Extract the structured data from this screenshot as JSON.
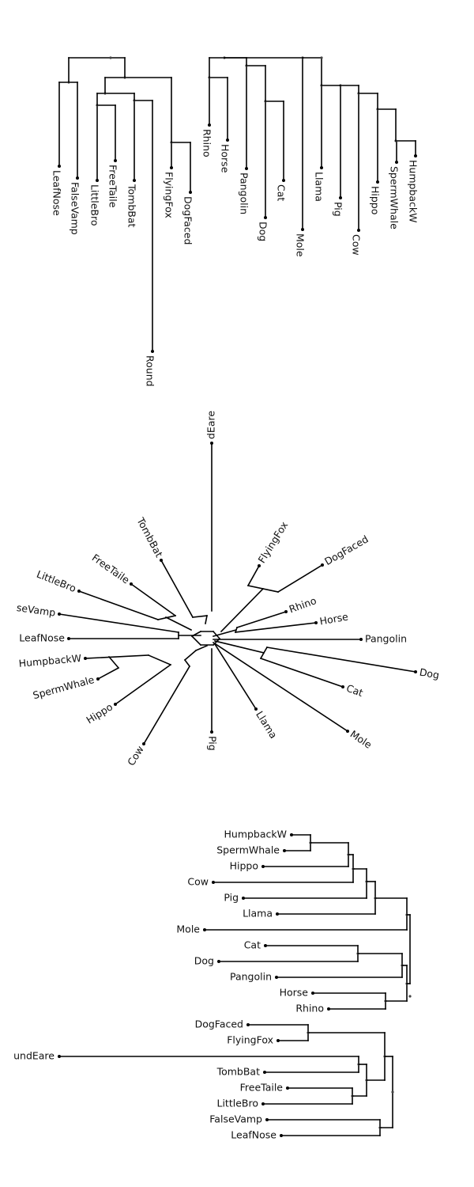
{
  "figure": {
    "panels": [
      {
        "layout": "rectangular-downward"
      },
      {
        "layout": "unrooted-radial"
      },
      {
        "layout": "rectangular-rightward"
      }
    ]
  },
  "taxa": [
    "LeafNose",
    "FalseVamp",
    "LittleBro",
    "FreeTaile",
    "TombBat",
    "RoundEare",
    "FlyingFox",
    "DogFaced",
    "Rhino",
    "Horse",
    "Pangolin",
    "Dog",
    "Cat",
    "Mole",
    "Llama",
    "Pig",
    "Cow",
    "Hippo",
    "SpermWhale",
    "HumpbackW"
  ],
  "panel1_tip_labels": {
    "LeafNose": "LeafNose",
    "FalseVamp": "FalseVamp",
    "LittleBro": "LittleBro",
    "FreeTaile": "FreeTaile",
    "TombBat": "TombBat",
    "RoundEare": "Round",
    "FlyingFox": "FlyingFox",
    "DogFaced": "DogFaced",
    "Rhino": "Rhino",
    "Horse": "Horse",
    "Pangolin": "Pangolin",
    "Dog": "Dog",
    "Cat": "Cat",
    "Mole": "Mole",
    "Llama": "Llama",
    "Pig": "Pig",
    "Cow": "Cow",
    "Hippo": "Hippo",
    "SpermWhale": "SpermWhale",
    "HumpbackW": "HumpbackW"
  },
  "panel2_tip_labels": {
    "LeafNose": "LeafNose",
    "FalseVamp": "seVamp",
    "LittleBro": "LittleBro",
    "FreeTaile": "FreeTaile",
    "TombBat": "TombBat",
    "RoundEare": "dEare",
    "FlyingFox": "FlyingFox",
    "DogFaced": "DogFaced",
    "Rhino": "Rhino",
    "Horse": "Horse",
    "Pangolin": "Pangolin",
    "Dog": "Dog",
    "Cat": "Cat",
    "Mole": "Mole",
    "Llama": "Llama",
    "Pig": "Pig",
    "Cow": "Cow",
    "Hippo": "Hippo",
    "SpermWhale": "SpermWhale",
    "HumpbackW": "HumpbackW"
  },
  "panel3_tip_labels": {
    "LeafNose": "LeafNose",
    "FalseVamp": "FalseVamp",
    "LittleBro": "LittleBro",
    "FreeTaile": "FreeTaile",
    "TombBat": "TombBat",
    "RoundEare": "undEare",
    "FlyingFox": "FlyingFox",
    "DogFaced": "DogFaced",
    "Rhino": "Rhino",
    "Horse": "Horse",
    "Pangolin": "Pangolin",
    "Dog": "Dog",
    "Cat": "Cat",
    "Mole": "Mole",
    "Llama": "Llama",
    "Pig": "Pig",
    "Cow": "Cow",
    "Hippo": "Hippo",
    "SpermWhale": "SpermWhale",
    "HumpbackW": "HumpbackW"
  },
  "colors": {
    "edge": "#000000",
    "tip": "#000000",
    "label": "#111111",
    "background": "#ffffff"
  }
}
